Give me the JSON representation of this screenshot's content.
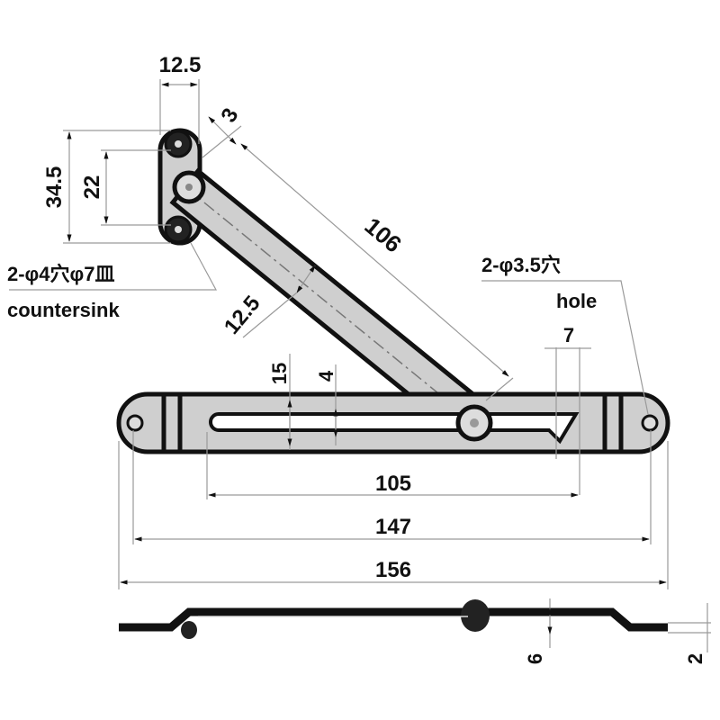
{
  "drawing": {
    "type": "stay hinge technical drawing",
    "colors": {
      "part_fill": "#cfcfcf",
      "outline": "#111111",
      "dim_line": "#9a9a9a",
      "background": "#ffffff"
    },
    "dimensions": {
      "bracket_width": "12.5",
      "bracket_height": "34.5",
      "bracket_hole_pitch": "22",
      "arm_offset": "3",
      "arm_length": "106",
      "arm_width": "12.5",
      "slot_plate_width": "15",
      "slot_width": "4",
      "slot_notch": "7",
      "slot_length": "105",
      "hole_pitch": "147",
      "overall_length": "156",
      "side_height": "6",
      "plate_thickness": "2"
    },
    "notes": {
      "countersink_jp": "2-φ4穴φ7皿",
      "countersink_en": "countersink",
      "hole_jp": "2-φ3.5穴",
      "hole_en": "hole"
    }
  }
}
